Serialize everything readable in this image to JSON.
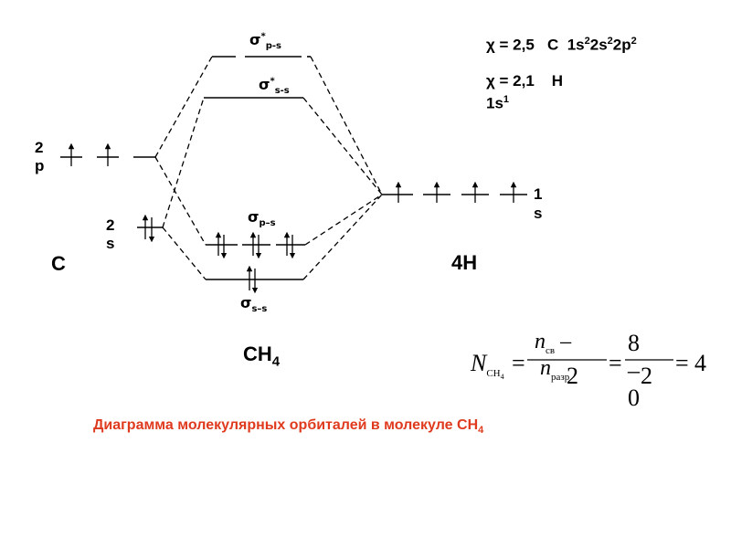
{
  "diagram": {
    "title": "Диаграмма молекулярных орбиталей в молекуле CH",
    "title_sub": "4"
  },
  "atom_c": {
    "symbol": "C",
    "orbital_2p_n": "2",
    "orbital_2p_l": "p",
    "orbital_2s_n": "2",
    "orbital_2s_l": "s"
  },
  "atom_h": {
    "symbol": "4H",
    "orbital_1s_n": "1",
    "orbital_1s_l": "s"
  },
  "molecule": {
    "formula_main": "CH",
    "formula_sub": "4"
  },
  "mo_labels": {
    "sigma_star_ps": {
      "symbol": "σ",
      "sup": "*",
      "sub": "p-s"
    },
    "sigma_star_ss": {
      "symbol": "σ",
      "sup": "*",
      "sub": "s-s"
    },
    "sigma_ps": {
      "symbol": "σ",
      "sub": "p–s"
    },
    "sigma_ss": {
      "symbol": "σ",
      "sub": "s–s"
    }
  },
  "electronegativity": {
    "c_line": {
      "chi": "χ = 2,5",
      "element": "C",
      "config_parts": [
        "1s",
        "2",
        "2s",
        "2",
        "2p",
        "2"
      ]
    },
    "h_line": {
      "chi": "χ = 2,1",
      "element": "H",
      "config_base": "1s",
      "config_sup": "1"
    }
  },
  "bond_order": {
    "lhs": "N",
    "lhs_sub": "CH",
    "lhs_sub2": "4",
    "num_1": "n",
    "num_1_sub": "св",
    "minus": "–",
    "num_2": "n",
    "num_2_sub": "разр",
    "den": "2",
    "num_val": "8 – 0",
    "den_val": "2",
    "result": "4"
  }
}
